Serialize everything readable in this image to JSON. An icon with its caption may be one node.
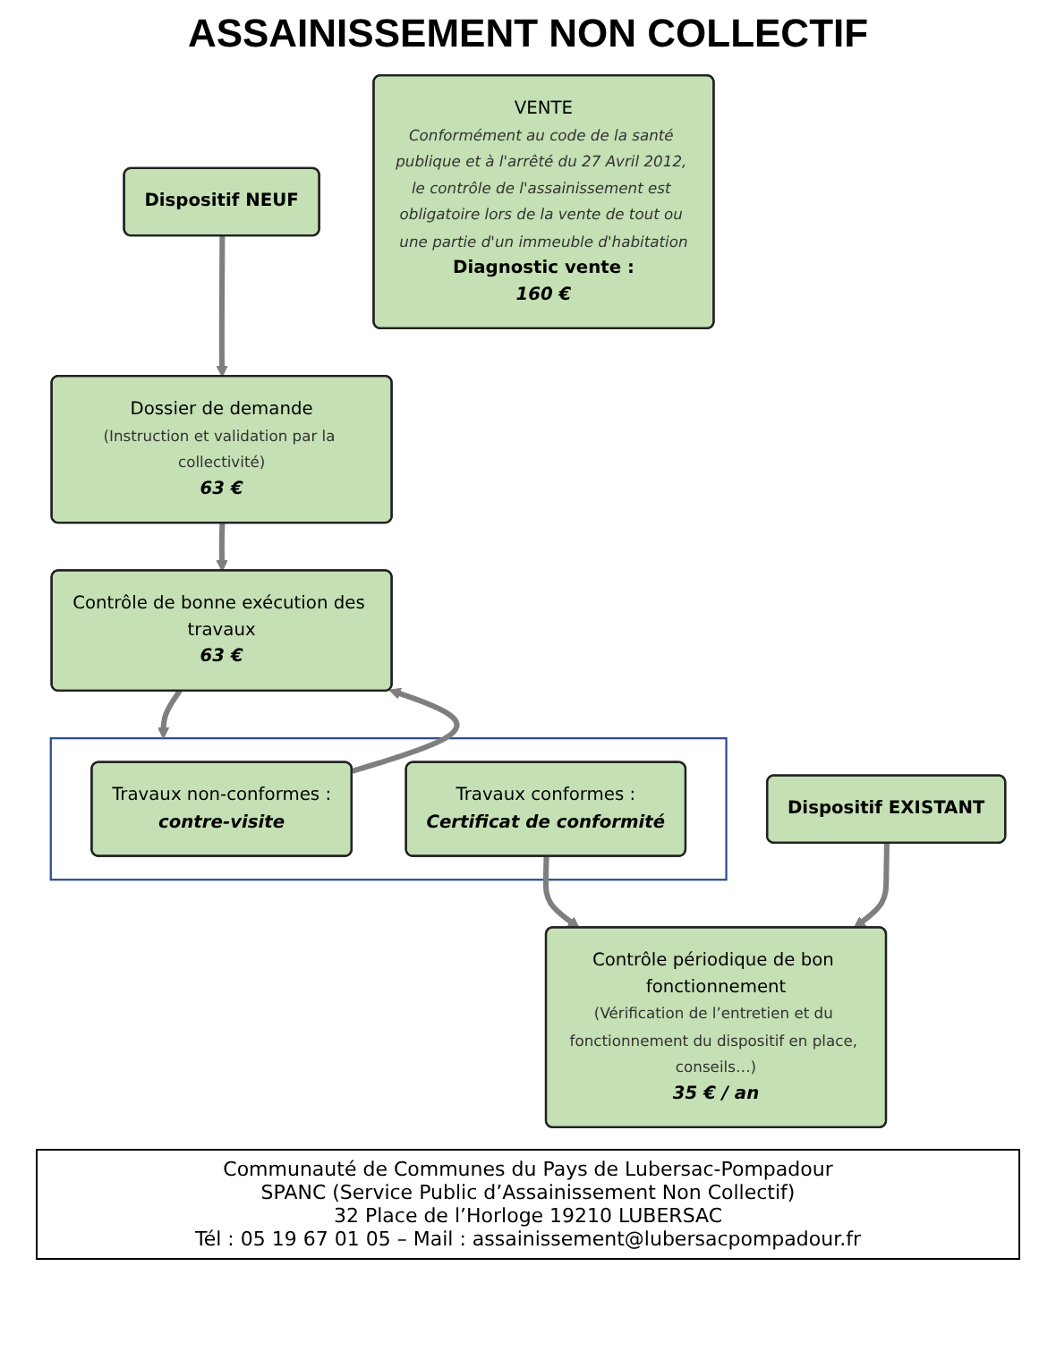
{
  "diagram": {
    "title": "ASSAINISSEMENT NON COLLECTIF",
    "nodes": [
      {
        "text": [
          "Dispositif NEUF"
        ]
      },
      {
        "text": [
          "Dispositif EXISTANT"
        ]
      },
      {
        "text": [
          "Dossier de demande",
          "(Instruction et validation par la collectivité)",
          "63 €"
        ]
      },
      {
        "text": [
          "Contrôle de bonne exécution des travaux",
          "63 €"
        ]
      },
      {
        "text": [],
        "shape": "box"
      },
      {
        "text": [
          "Travaux non-conformes :",
          "contre-visite"
        ],
        "in": 4
      },
      {
        "text": [
          "Travaux conformes :",
          "Certificat de conformité"
        ],
        "in": 4
      },
      {
        "text": [
          "Contrôle périodique de bon fonctionnement",
          "(Vérification de l’entretien et du fonctionnement du dispositif en place, conseils…)",
          "35 € / an"
        ]
      },
      {
        "text": [
          "VENTE",
          "Conformément au code de la santé publique et à l'arrêté du 27 Avril 2012, le contrôle de l'assainissement est obligatoire lors de la vente de tout ou une partie d'un immeuble d'habitation",
          "Diagnostic vente :",
          "160 €"
        ]
      }
    ],
    "edges": [
      {
        "from": 0,
        "to": 2,
        "arrow": "to"
      },
      {
        "from": 2,
        "to": 3,
        "arrow": "to"
      },
      {
        "from": 3,
        "to": 4,
        "arrow": "to"
      },
      {
        "from": 5,
        "to": 3,
        "arrow": "to"
      },
      {
        "from": 6,
        "to": 7,
        "arrow": "to"
      },
      {
        "from": 1,
        "to": 7,
        "arrow": "to"
      }
    ],
    "labels": [
      "Communauté de Communes du Pays de Lubersac-Pompadour",
      "SPANC (Service Public d’Assainissement Non Collectif)",
      "32 Place de l’Horloge 19210 LUBERSAC",
      "Tél : 05 19 67 01 05 – Mail : assainissement@lubersacpompadour.fr"
    ]
  }
}
